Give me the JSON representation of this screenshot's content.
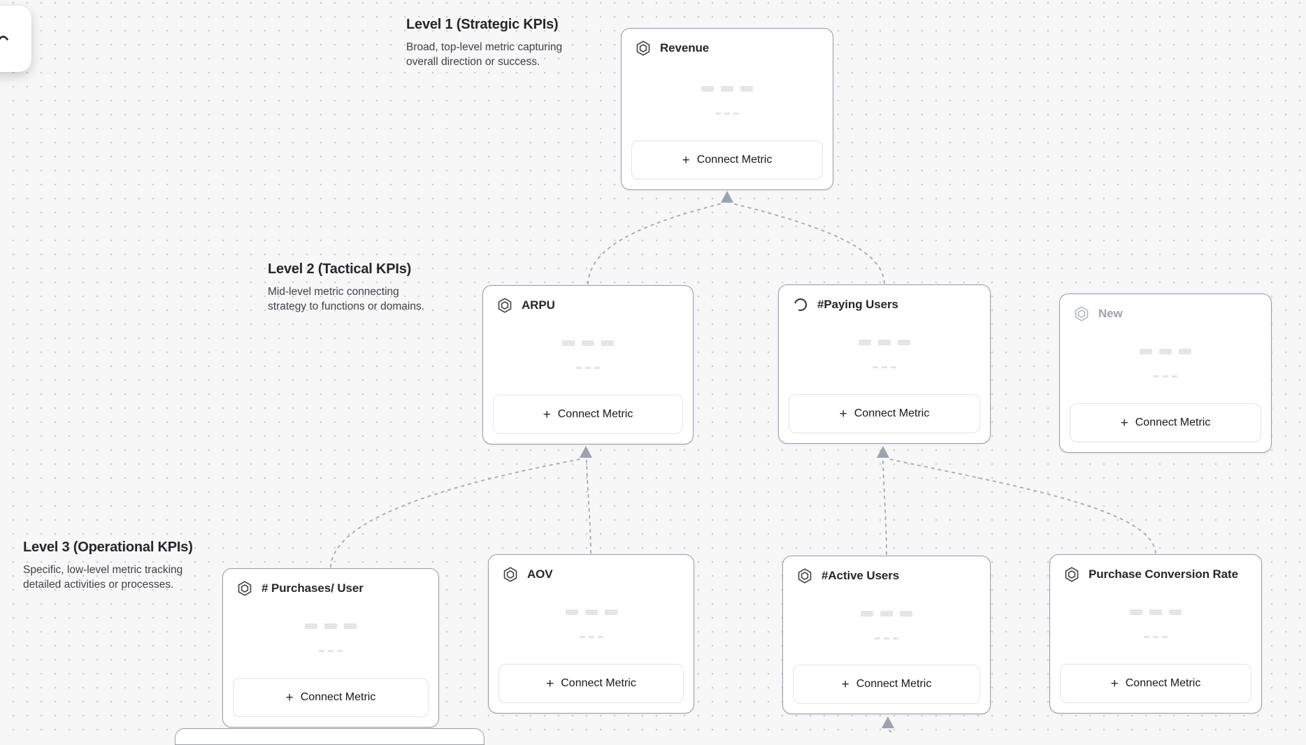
{
  "ui": {
    "plus_glyph": "+"
  },
  "colors": {
    "canvas_bg": "#f7f7f8",
    "grid_dot": "#cbcbd0",
    "card_border": "#979ba3",
    "connector": "#a7a7ac",
    "arrowhead": "#9ca3af",
    "title_text": "#27272a",
    "muted_text": "#9ca3af"
  },
  "sections": [
    {
      "title": "Level 1 (Strategic KPIs)",
      "description_lines": [
        "Broad, top-level metric capturing",
        "overall direction or success."
      ]
    },
    {
      "title": "Level 2 (Tactical KPIs)",
      "description_lines": [
        "Mid-level metric connecting",
        "strategy to functions or domains."
      ]
    },
    {
      "title": "Level 3 (Operational KPIs)",
      "description_lines": [
        "Specific, low-level metric tracking",
        "detailed activities or processes."
      ]
    }
  ],
  "cards": [
    {
      "title": "Revenue",
      "level": 1,
      "icon": "hexagon",
      "button_label": "Connect Metric"
    },
    {
      "title": "ARPU",
      "level": 2,
      "icon": "hexagon",
      "button_label": "Connect Metric"
    },
    {
      "title": "#Paying Users",
      "level": 2,
      "icon": "spinner",
      "button_label": "Connect Metric"
    },
    {
      "title": "New",
      "level": 2,
      "icon": "hexagon",
      "state": "draft",
      "button_label": "Connect Metric"
    },
    {
      "title": "# Purchases/ User",
      "level": 3,
      "icon": "hexagon",
      "button_label": "Connect Metric"
    },
    {
      "title": "AOV",
      "level": 3,
      "icon": "hexagon",
      "button_label": "Connect Metric"
    },
    {
      "title": "#Active Users",
      "level": 3,
      "icon": "hexagon",
      "button_label": "Connect Metric"
    },
    {
      "title": "Purchase Conversion Rate",
      "level": 3,
      "icon": "hexagon",
      "button_label": "Connect Metric"
    }
  ]
}
